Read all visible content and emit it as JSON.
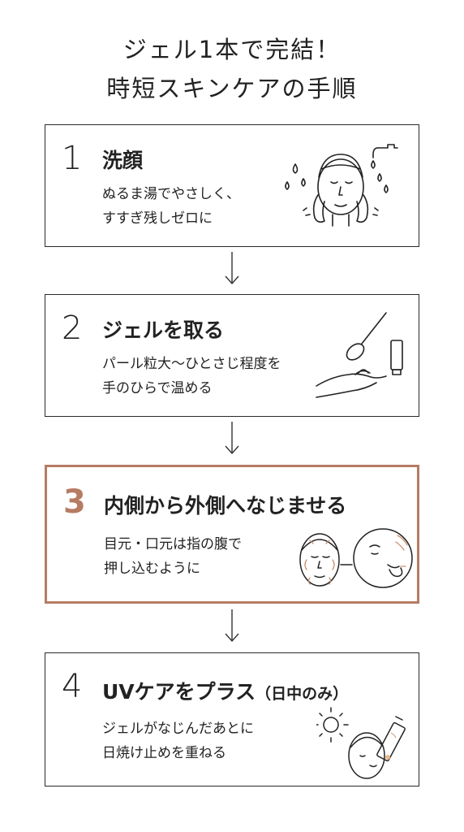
{
  "title": {
    "line1": "ジェル1本で完結！",
    "line2": "時短スキンケアの手順"
  },
  "steps": [
    {
      "number": "1",
      "heading": "洗顔",
      "heading_sub": "",
      "desc_line1": "ぬるま湯でやさしく、",
      "desc_line2": "すすぎ残しゼロに",
      "icon": "face-washing-icon"
    },
    {
      "number": "2",
      "heading": "ジェルを取る",
      "heading_sub": "",
      "desc_line1": "パール粒大〜ひとさじ程度を",
      "desc_line2": "手のひらで温める",
      "icon": "spoon-gel-hand-icon"
    },
    {
      "number": "3",
      "heading": "内側から外側へなじませる",
      "heading_sub": "",
      "desc_line1": "目元・口元は指の腹で",
      "desc_line2": "押し込むように",
      "icon": "face-massage-icon"
    },
    {
      "number": "4",
      "heading": "UVケアをプラス",
      "heading_sub": "（日中のみ）",
      "desc_line1": "ジェルがなじんだあとに",
      "desc_line2": "日焼け止めを重ねる",
      "icon": "sun-sunscreen-icon"
    }
  ],
  "colors": {
    "accent": "#b67b63",
    "border": "#2a2a2a",
    "text": "#222222"
  }
}
